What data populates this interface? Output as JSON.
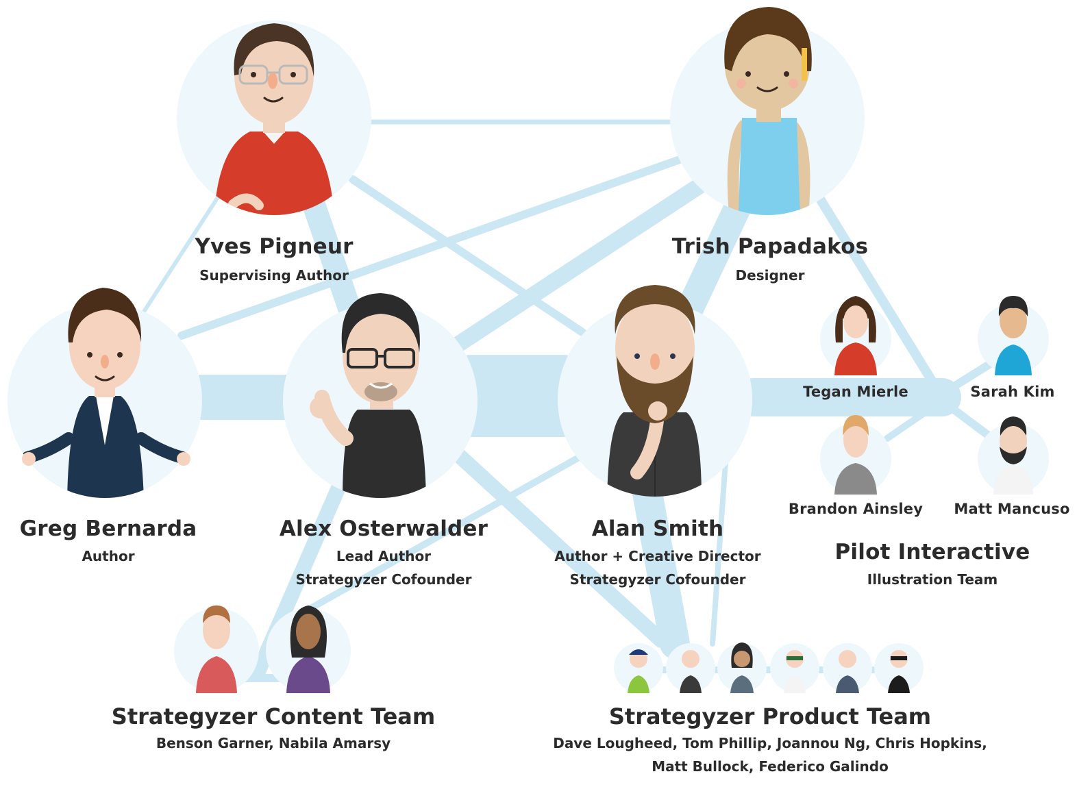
{
  "people": {
    "yves": {
      "name": "Yves Pigneur",
      "role": "Supervising Author"
    },
    "trish": {
      "name": "Trish Papadakos",
      "role": "Designer"
    },
    "greg": {
      "name": "Greg Bernarda",
      "role": "Author"
    },
    "alex": {
      "name": "Alex Osterwalder",
      "role_1": "Lead Author",
      "role_2": "Strategyzer Cofounder"
    },
    "alan": {
      "name": "Alan Smith",
      "role_1": "Author + Creative Director",
      "role_2": "Strategyzer Cofounder"
    },
    "tegan": {
      "name": "Tegan Mierle"
    },
    "sarah": {
      "name": "Sarah Kim"
    },
    "brandon": {
      "name": "Brandon Ainsley"
    },
    "matt_m": {
      "name": "Matt Mancuso"
    }
  },
  "teams": {
    "pilot": {
      "name": "Pilot Interactive",
      "role": "Illustration Team"
    },
    "content": {
      "name": "Strategyzer Content Team",
      "members": "Benson Garner, Nabila Amarsy"
    },
    "product": {
      "name": "Strategyzer Product Team",
      "members_1": "Dave Lougheed, Tom Phillip, Joannou Ng, Chris Hopkins,",
      "members_2": "Matt Bullock, Federico Galindo"
    }
  },
  "colors": {
    "link": "#cbe7f4",
    "node_bg": "#eef7fb",
    "text": "#2b2b2b"
  }
}
